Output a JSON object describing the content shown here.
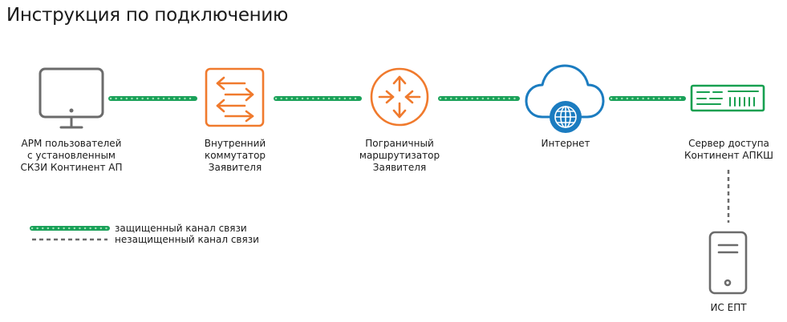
{
  "title": "Инструкция по подключению",
  "nodes": {
    "arm": "АРМ пользователей\nс установленным\nСКЗИ Континент АП",
    "switch": "Внутренний\nкоммутатор\nЗаявителя",
    "router": "Пограничный\nмаршрутизатор\nЗаявителя",
    "internet": "Интернет",
    "server": "Сервер доступа\nКонтинент АПКШ",
    "is_ept": "ИС ЕПТ"
  },
  "legend": {
    "secure": "защищенный канал связи",
    "insecure": "незащищенный канал связи"
  },
  "colors": {
    "secure_line": "#1aa159",
    "secure_dot": "#8fd6a7",
    "orange": "#f07a2d",
    "blue": "#1b7cc0",
    "green": "#17a050",
    "gray": "#6b6b6b"
  }
}
